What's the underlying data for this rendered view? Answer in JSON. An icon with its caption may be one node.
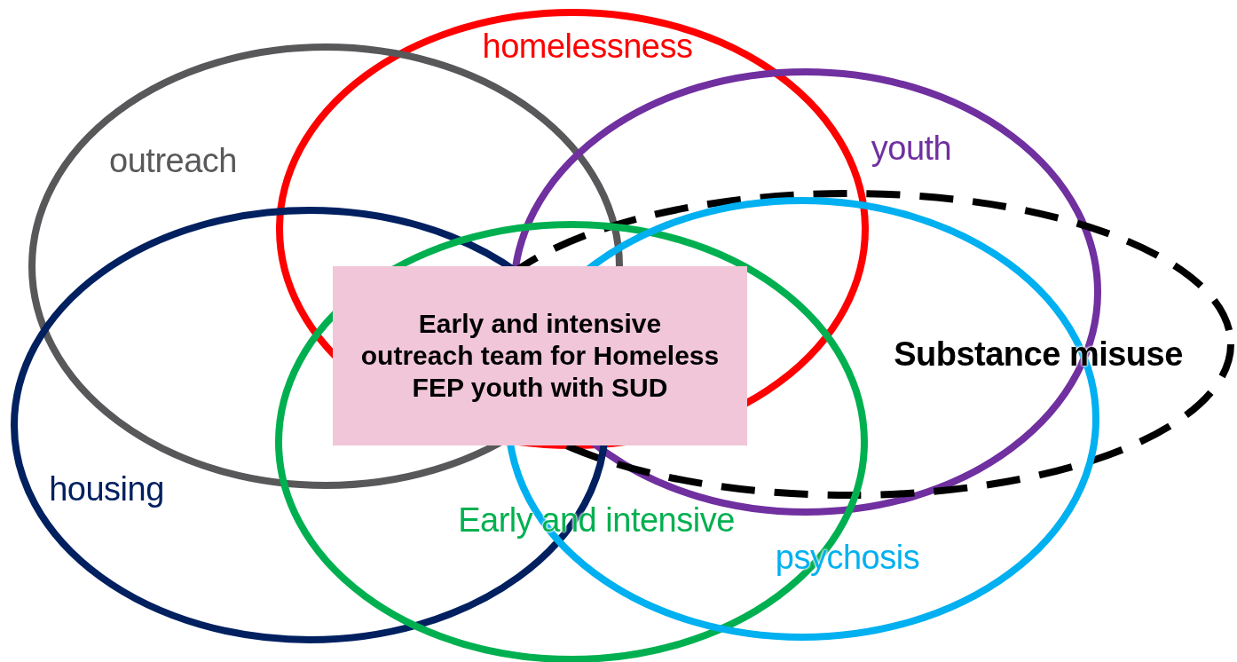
{
  "diagram": {
    "nodes": [
      {
        "text": [
          "homelessness"
        ]
      },
      {
        "text": [
          "outreach"
        ]
      },
      {
        "text": [
          "youth"
        ]
      },
      {
        "text": [
          "Substance misuse"
        ]
      },
      {
        "text": [
          "housing"
        ]
      },
      {
        "text": [
          "Early and intensive outreach team for Homeless FEP youth with SUD"
        ]
      },
      {
        "text": [
          "Early and intensive"
        ]
      },
      {
        "text": [
          "psychosis"
        ]
      }
    ]
  }
}
